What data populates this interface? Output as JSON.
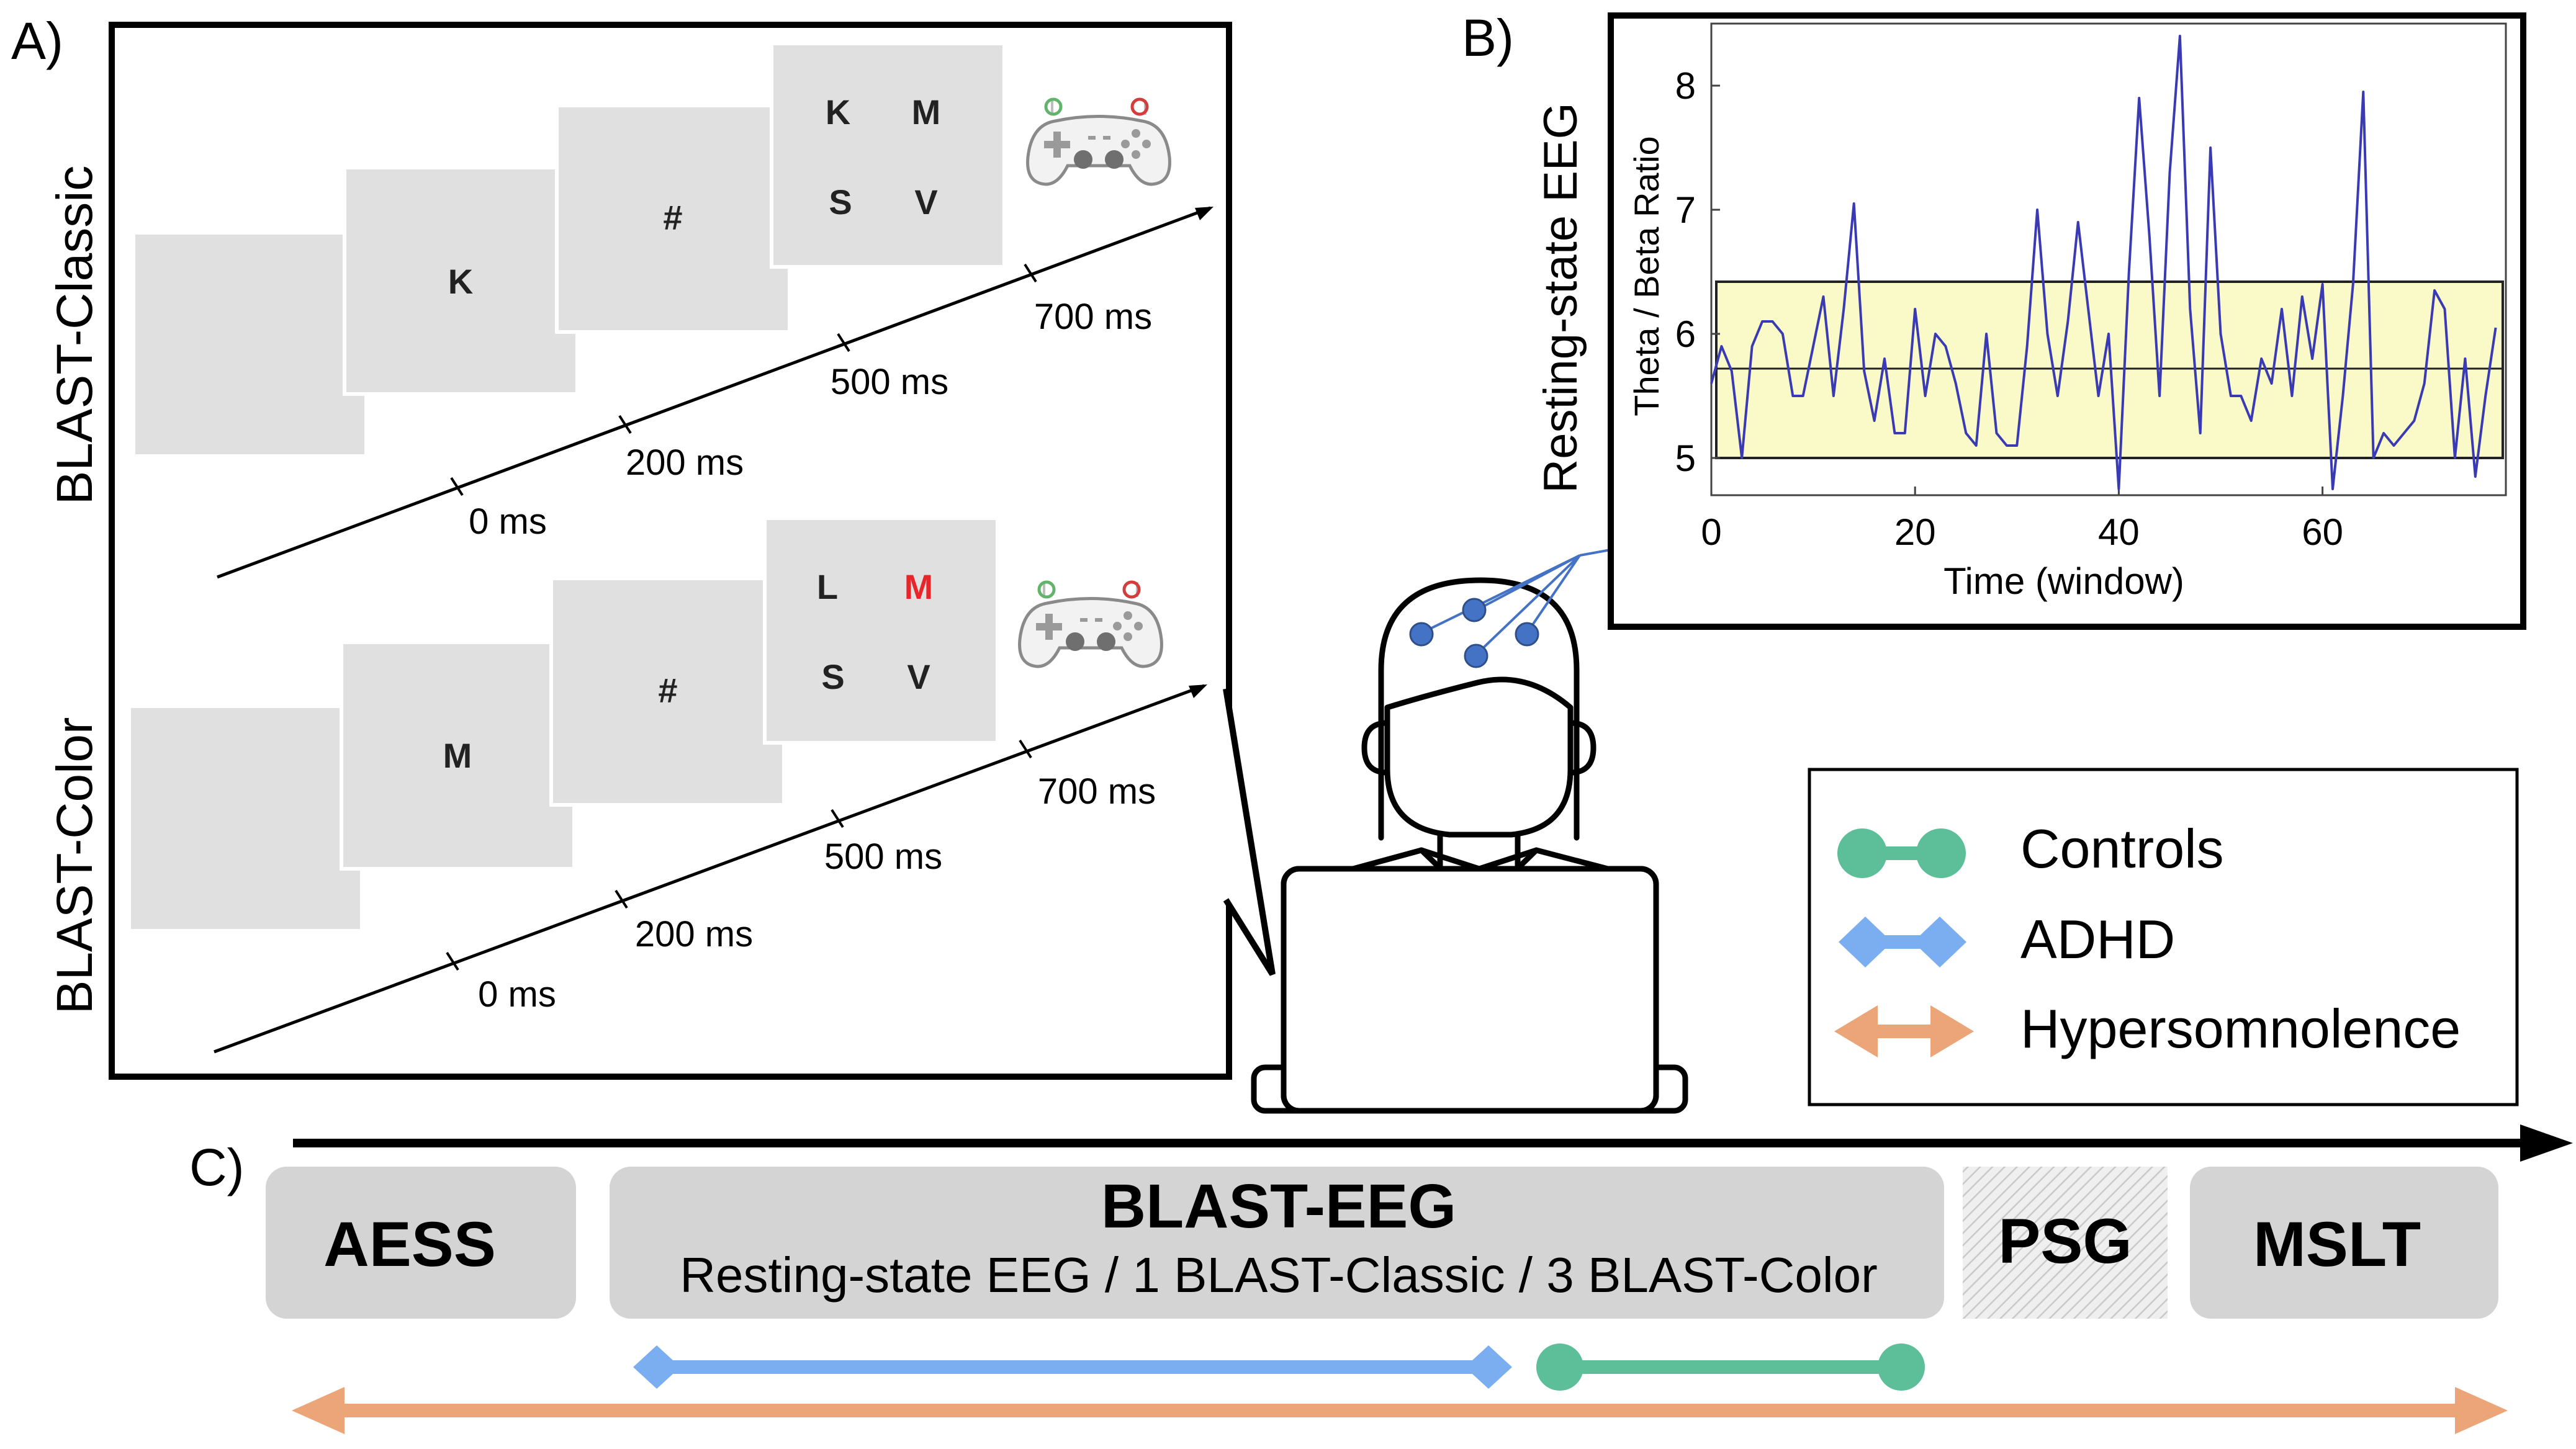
{
  "panel_a": {
    "label": "A)",
    "classic": {
      "title": "BLAST-Classic",
      "stim1": "K",
      "mask": "#",
      "probe": [
        "K",
        "M",
        "S",
        "V"
      ],
      "times": [
        "0 ms",
        "200 ms",
        "500 ms",
        "700 ms"
      ]
    },
    "color": {
      "title": "BLAST-Color",
      "stim1": "M",
      "mask": "#",
      "probe": [
        "L",
        "M",
        "S",
        "V"
      ],
      "probe_target_color": "#e8262a",
      "times": [
        "0 ms",
        "200 ms",
        "500 ms",
        "700 ms"
      ]
    }
  },
  "panel_b": {
    "label": "B)",
    "side_title": "Resting-state EEG",
    "chart_data": {
      "type": "line",
      "xlabel": "Time (window)",
      "ylabel": "Theta / Beta Ratio",
      "xlim": [
        0,
        78
      ],
      "ylim": [
        4.7,
        8.5
      ],
      "xticks": [
        0,
        20,
        40,
        60
      ],
      "yticks": [
        5,
        6,
        7,
        8
      ],
      "band": [
        5.0,
        6.42
      ],
      "mean": 5.72,
      "band_color": "#fafac8",
      "line_color": "#3a3ab4",
      "x": [
        0,
        1,
        2,
        3,
        4,
        5,
        6,
        7,
        8,
        9,
        10,
        11,
        12,
        13,
        14,
        15,
        16,
        17,
        18,
        19,
        20,
        21,
        22,
        23,
        24,
        25,
        26,
        27,
        28,
        29,
        30,
        31,
        32,
        33,
        34,
        35,
        36,
        37,
        38,
        39,
        40,
        41,
        42,
        43,
        44,
        45,
        46,
        47,
        48,
        49,
        50,
        51,
        52,
        53,
        54,
        55,
        56,
        57,
        58,
        59,
        60,
        61,
        62,
        63,
        64,
        65,
        66,
        67,
        68,
        69,
        70,
        71,
        72,
        73,
        74,
        75,
        76,
        77
      ],
      "y": [
        5.6,
        5.9,
        5.7,
        5.0,
        5.9,
        6.1,
        6.1,
        6.0,
        5.5,
        5.5,
        5.9,
        6.3,
        5.5,
        6.2,
        7.05,
        5.7,
        5.3,
        5.8,
        5.2,
        5.2,
        6.2,
        5.5,
        6.0,
        5.9,
        5.6,
        5.2,
        5.1,
        6.0,
        5.2,
        5.1,
        5.1,
        5.9,
        7.0,
        6.0,
        5.5,
        6.1,
        6.9,
        6.2,
        5.5,
        6.0,
        4.75,
        6.5,
        7.9,
        6.8,
        5.5,
        7.3,
        8.4,
        6.2,
        5.2,
        7.5,
        6.0,
        5.5,
        5.5,
        5.3,
        5.8,
        5.6,
        6.2,
        5.5,
        6.3,
        5.8,
        6.4,
        4.75,
        5.5,
        6.4,
        7.95,
        5.0,
        5.2,
        5.1,
        5.2,
        5.3,
        5.6,
        6.35,
        6.2,
        5.0,
        5.8,
        4.85,
        5.5,
        6.05
      ]
    }
  },
  "panel_c": {
    "label": "C)",
    "aess": "AESS",
    "blast_eeg_title": "BLAST-EEG",
    "blast_eeg_sub": "Resting-state EEG / 1 BLAST-Classic / 3 BLAST-Color",
    "psg": "PSG",
    "mslt": "MSLT"
  },
  "legend": {
    "controls": "Controls",
    "adhd": "ADHD",
    "hypersomnolence": "Hypersomnolence",
    "colors": {
      "controls": "#5cbf9a",
      "adhd": "#7aaef0",
      "hypersomnolence": "#eba578"
    }
  }
}
